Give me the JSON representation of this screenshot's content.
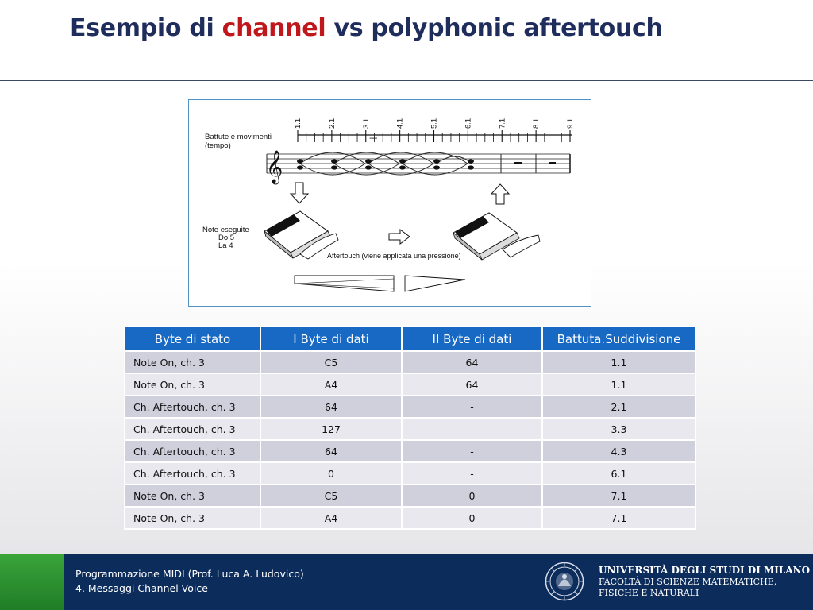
{
  "slide": {
    "title_pre": "Esempio di ",
    "title_accent": "channel",
    "title_post": " vs polyphonic aftertouch"
  },
  "figure": {
    "beat_labels": [
      "1.1",
      "2.1",
      "3.1",
      "4.1",
      "5.1",
      "6.1",
      "7.1",
      "8.1",
      "9.1"
    ],
    "tempo_label_line1": "Battute e movimenti",
    "tempo_label_line2": "(tempo)",
    "notes_label_line1": "Note eseguite",
    "notes_label_line2": "Do 5",
    "notes_label_line3": "La 4",
    "aftertouch_label": "Aftertouch (viene applicata una pressione)"
  },
  "table": {
    "headers": [
      "Byte di stato",
      "I Byte di dati",
      "II Byte di dati",
      "Battuta.Suddivisione"
    ],
    "rows": [
      [
        "Note On, ch. 3",
        "C5",
        "64",
        "1.1"
      ],
      [
        "Note On, ch. 3",
        "A4",
        "64",
        "1.1"
      ],
      [
        "Ch. Aftertouch, ch. 3",
        "64",
        "-",
        "2.1"
      ],
      [
        "Ch. Aftertouch, ch. 3",
        "127",
        "-",
        "3.3"
      ],
      [
        "Ch. Aftertouch, ch. 3",
        "64",
        "-",
        "4.3"
      ],
      [
        "Ch. Aftertouch, ch. 3",
        "0",
        "-",
        "6.1"
      ],
      [
        "Note On, ch. 3",
        "C5",
        "0",
        "7.1"
      ],
      [
        "Note On, ch. 3",
        "A4",
        "0",
        "7.1"
      ]
    ]
  },
  "footer": {
    "course_line1": "Programmazione MIDI (Prof. Luca A. Ludovico)",
    "course_line2": "4. Messaggi Channel Voice",
    "university": "UNIVERSITÀ DEGLI STUDI DI MILANO",
    "faculty_line1": "FACOLTÀ DI SCIENZE MATEMATICHE,",
    "faculty_line2": "FISICHE E NATURALI"
  },
  "colors": {
    "title": "#1f2d5c",
    "accent": "#c0171c",
    "table_header": "#1769c4",
    "footer": "#0c2c5b",
    "footer_green": "#2f9132"
  }
}
